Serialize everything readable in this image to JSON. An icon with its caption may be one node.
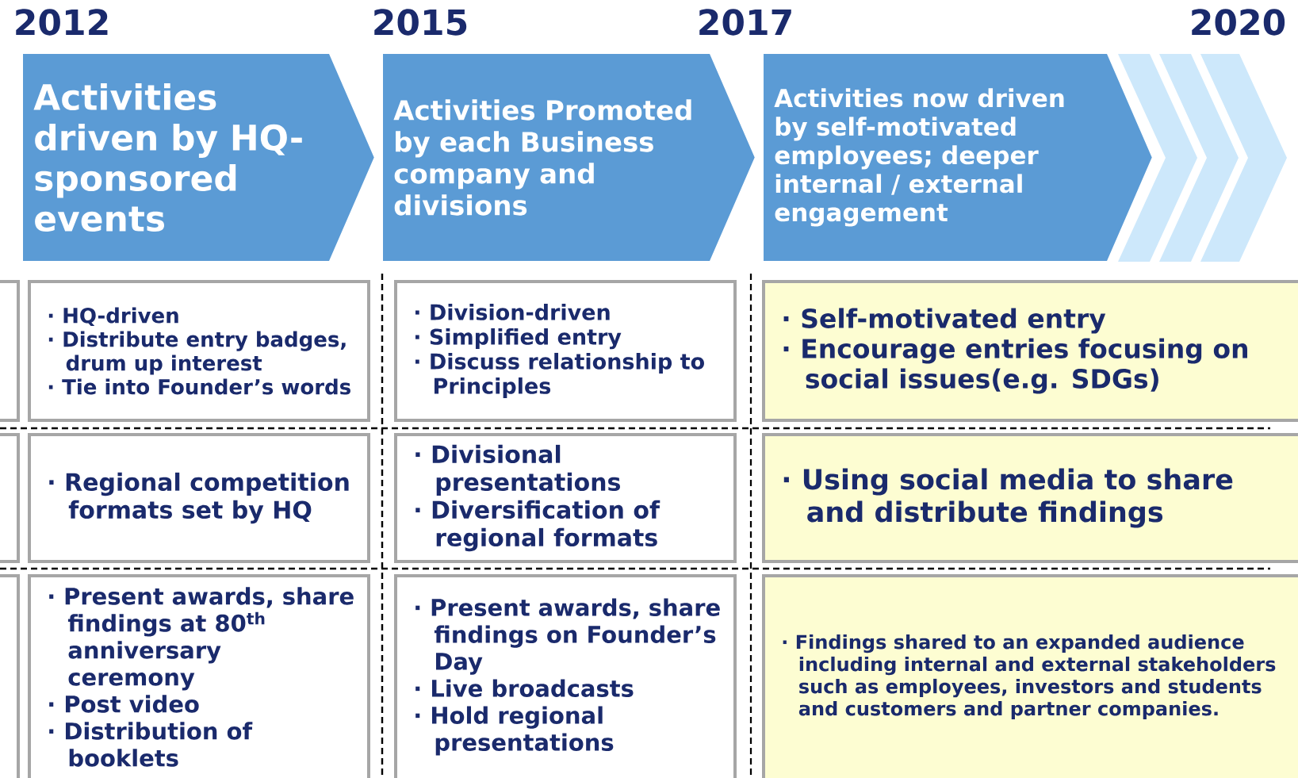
{
  "diagram": {
    "nodes": [
      {
        "text": [
          "Activities driven by HQ-sponsored events"
        ]
      },
      {
        "text": [
          "Activities Promoted by each Business company and divisions"
        ]
      },
      {
        "text": [
          "Activities now driven by self-motivated employees; deeper internal / external engagement"
        ]
      },
      {
        "text": [],
        "shape": "chevron"
      },
      {
        "text": [],
        "shape": "chevron"
      },
      {
        "text": [],
        "shape": "chevron"
      },
      {
        "text": [
          "· HQ-driven",
          "· Distribute entry badges, drum up interest",
          "· Tie into Founder’s words"
        ]
      },
      {
        "text": [
          "· Division-driven",
          "· Simplified entry",
          "· Discuss relationship to Principles"
        ]
      },
      {
        "text": [
          "· Self-motivated entry",
          "· Encourage entries focusing on social issues(e.g. SDGs)"
        ]
      },
      {
        "text": [
          "· Regional competition formats set by HQ"
        ]
      },
      {
        "text": [
          "· Divisional presentations",
          "· Diversification of regional formats"
        ]
      },
      {
        "text": [
          "· Using social media to share and distribute findings"
        ]
      },
      {
        "text": [
          "· Present awards, share findings at 80$^{th}$ anniversary ceremony",
          "· Post video",
          "· Distribution of booklets"
        ]
      },
      {
        "text": [
          "· Present awards, share findings on Founder’s Day",
          "· Live broadcasts",
          "· Hold regional presentations"
        ]
      },
      {
        "text": [
          "· Findings shared to an expanded audience including internal and external stakeholders such as employees, investors and students and customers and partner companies."
        ]
      },
      {
        "text": [],
        "shape": "box"
      },
      {
        "text": [],
        "shape": "box"
      },
      {
        "text": [],
        "shape": "box"
      }
    ],
    "labels": [
      "2012",
      "2015",
      "2017",
      "2020"
    ]
  }
}
